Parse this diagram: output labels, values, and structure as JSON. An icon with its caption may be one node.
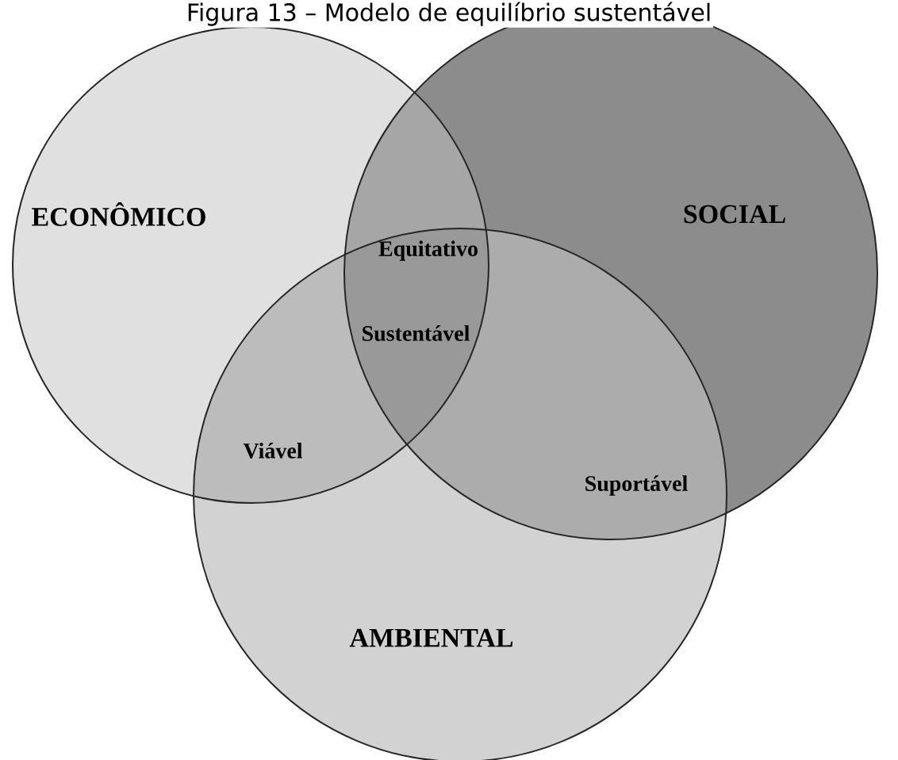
{
  "diagram": {
    "title": "Figura 13 – Modelo de equilíbrio sustentável",
    "nodes": [
      {
        "text": [
          "ECONÔMICO"
        ]
      },
      {
        "text": [
          "SOCIAL"
        ]
      },
      {
        "text": [
          "AMBIENTAL"
        ]
      }
    ],
    "edges": [],
    "labels": [
      "Equitativo",
      "Sustentável",
      "Viável",
      "Suportável"
    ]
  }
}
